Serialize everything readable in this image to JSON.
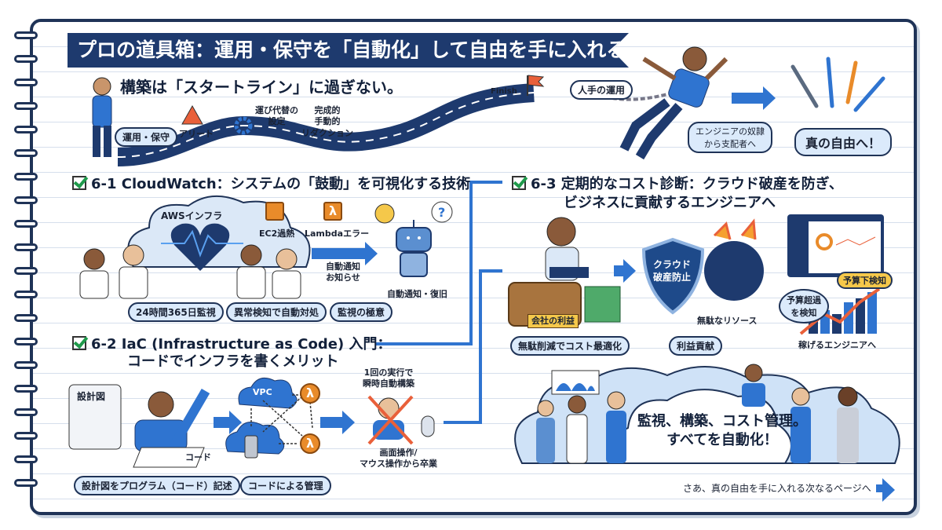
{
  "title": "プロの道具箱：運用・保守を「自動化」して自由を手に入れる",
  "intro": {
    "heading": "構築は「スタートライン」に過ぎない。",
    "road_start": "運用・保守",
    "alert": "アリート",
    "step2": "運び代替の\n設定",
    "step3": "完成的\n手動的\nリダクション",
    "finish": "Finish",
    "manual_ops": "人手の運用",
    "slave_to_master": "エンジニアの奴隷\nから支配者へ",
    "true_freedom": "真の自由へ！"
  },
  "section1": {
    "heading": "6-1 CloudWatch：システムの「鼓動」を可視化する技術",
    "cloud_label": "AWSインフラ",
    "ec2": "EC2過熱",
    "lambda": "Lambdaエラー",
    "notify": "自動通知\nお知らせ",
    "robot": "自動通知・復旧",
    "pills": [
      "24時間365日監視",
      "異常検知で自動対処",
      "監視の極意"
    ]
  },
  "section2": {
    "heading_line1": "6-2  IaC (Infrastructure as Code) 入門：",
    "heading_line2": "コードでインフラを書くメリット",
    "blueprint": "設計図",
    "code": "コード",
    "vpc": "VPC",
    "instant": "1回の実行で\n瞬時自動構築",
    "graduate": "画面操作/\nマウス操作から卒業",
    "pills": [
      "設計図をプログラム（コード）記述",
      "コードによる管理"
    ]
  },
  "section3": {
    "heading_line1": "6-3 定期的なコスト診断：クラウド破産を防ぎ、",
    "heading_line2": "ビジネスに貢献するエンジニアへ",
    "chest": "会社の利益",
    "shield": "クラウド\n破産防止",
    "waste": "無駄なリソース",
    "budget_under": "予算下検知",
    "budget_over": "予算超過\nを検知",
    "earn": "稼げるエンジニアへ",
    "pills": [
      "無駄削減でコスト最適化",
      "利益貢献"
    ]
  },
  "finale": {
    "message": "監視、構築、コスト管理。\nすべてを自動化！",
    "next": "さあ、真の自由を手に入れる次なるページへ"
  },
  "colors": {
    "navy": "#1e3a6e",
    "blue": "#2f74d0",
    "orange": "#e98b2a",
    "pill": "#dbeafb"
  }
}
